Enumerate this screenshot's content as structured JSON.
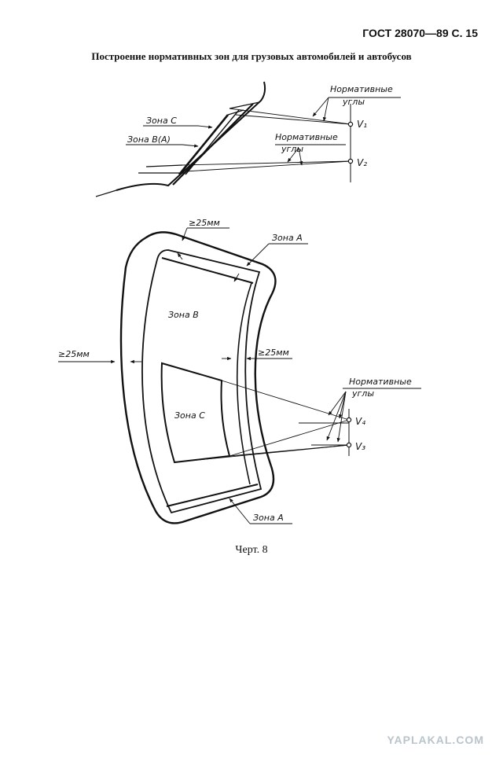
{
  "header": {
    "standard": "ГОСТ 28070—89",
    "page": "С. 15"
  },
  "title": "Построение нормативных зон для грузовых автомобилей и автобусов",
  "caption": "Черт. 8",
  "watermark": "YAPLAKAL.COM",
  "top_diagram": {
    "zone_c": "Зона С",
    "zone_b_a": "Зона В(А)",
    "angles1_line1": "Нормативные",
    "angles1_line2": "углы",
    "angles2_line1": "Нормативные",
    "angles2_line2": "углы",
    "v1": "V₁",
    "v2": "V₂"
  },
  "bottom_diagram": {
    "gap_top": "≥25мм",
    "gap_left": "≥25мм",
    "gap_right": "≥25мм",
    "zone_a_top": "Зона А",
    "zone_a_bottom": "Зона А",
    "zone_b": "Зона В",
    "zone_c": "Зона С",
    "angles_line1": "Нормативные",
    "angles_line2": "углы",
    "v4": "V₄",
    "v3": "V₃"
  }
}
